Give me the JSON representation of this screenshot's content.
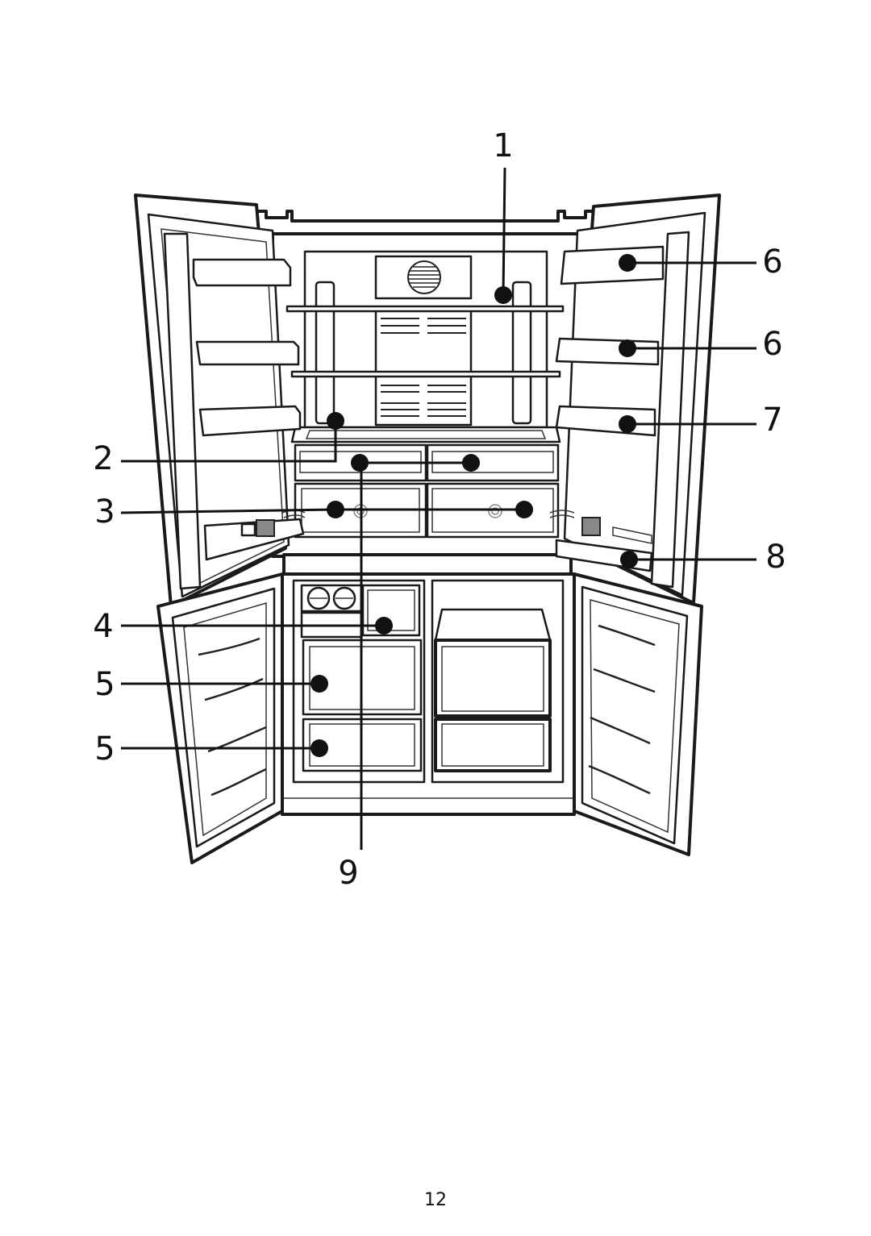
{
  "figure": {
    "callouts": [
      {
        "id": "c1",
        "label": "1"
      },
      {
        "id": "c2",
        "label": "2"
      },
      {
        "id": "c3",
        "label": "3"
      },
      {
        "id": "c4",
        "label": "4"
      },
      {
        "id": "c5a",
        "label": "5"
      },
      {
        "id": "c5b",
        "label": "5"
      },
      {
        "id": "c6a",
        "label": "6"
      },
      {
        "id": "c6b",
        "label": "6"
      },
      {
        "id": "c7",
        "label": "7"
      },
      {
        "id": "c8",
        "label": "8"
      },
      {
        "id": "c9",
        "label": "9"
      }
    ]
  },
  "page": {
    "number": "12"
  }
}
